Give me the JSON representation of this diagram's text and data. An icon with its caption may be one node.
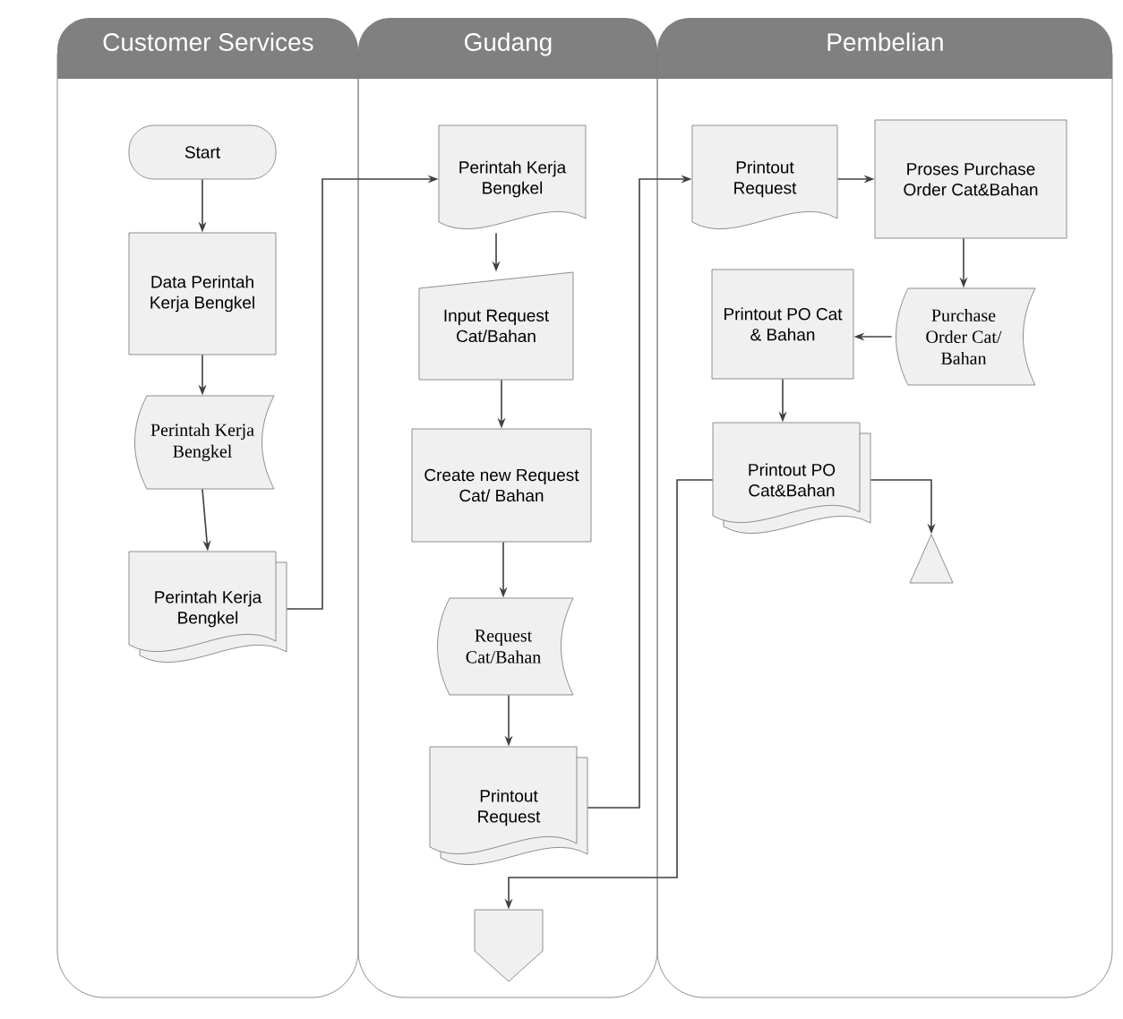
{
  "diagram": {
    "nodes": [
      {
        "text": [
          "Customer Services"
        ]
      },
      {
        "text": [
          "Gudang"
        ]
      },
      {
        "text": [
          "Pembelian"
        ]
      },
      {
        "text": [
          "Start"
        ],
        "in": 0
      },
      {
        "text": [
          "Data Perintah Kerja Bengkel"
        ],
        "in": 0
      },
      {
        "text": [
          "Perintah Kerja Bengkel"
        ],
        "in": 0
      },
      {
        "text": [
          "Perintah Kerja Bengkel"
        ],
        "in": 0
      },
      {
        "text": [
          "Perintah Kerja Bengkel"
        ],
        "in": 1
      },
      {
        "text": [
          "Input Request Cat/Bahan"
        ],
        "in": 1
      },
      {
        "text": [
          "Create new Request Cat/ Bahan"
        ],
        "in": 1
      },
      {
        "text": [
          "Request Cat/Bahan"
        ],
        "in": 1
      },
      {
        "text": [
          "Printout Request"
        ],
        "in": 1
      },
      {
        "text": [],
        "shape": "pentagon",
        "in": 1
      },
      {
        "text": [
          "Printout Request"
        ],
        "in": 2
      },
      {
        "text": [
          "Proses Purchase Order Cat&Bahan"
        ],
        "in": 2
      },
      {
        "text": [
          "Purchase Order Cat/ Bahan"
        ],
        "in": 2
      },
      {
        "text": [
          "Printout PO Cat & Bahan"
        ],
        "in": 2
      },
      {
        "text": [
          "Printout PO Cat&Bahan"
        ],
        "in": 2
      },
      {
        "text": [],
        "shape": "triangle",
        "in": 2
      }
    ],
    "edges": [
      {
        "from": 3,
        "to": 4,
        "arrow": "to"
      },
      {
        "from": 4,
        "to": 5,
        "arrow": "to"
      },
      {
        "from": 5,
        "to": 6,
        "arrow": "to"
      },
      {
        "from": 6,
        "to": 7,
        "arrow": "to"
      },
      {
        "from": 7,
        "to": 8,
        "arrow": "to"
      },
      {
        "from": 8,
        "to": 9,
        "arrow": "to"
      },
      {
        "from": 9,
        "to": 10,
        "arrow": "to"
      },
      {
        "from": 10,
        "to": 11,
        "arrow": "to"
      },
      {
        "from": 11,
        "to": 13,
        "arrow": "to"
      },
      {
        "from": 13,
        "to": 14,
        "arrow": "to"
      },
      {
        "from": 14,
        "to": 15,
        "arrow": "to"
      },
      {
        "from": 15,
        "to": 16,
        "arrow": "to"
      },
      {
        "from": 16,
        "to": 17,
        "arrow": "to"
      },
      {
        "from": 17,
        "to": 18,
        "arrow": "to"
      },
      {
        "from": 17,
        "to": 12,
        "arrow": "to"
      }
    ]
  }
}
